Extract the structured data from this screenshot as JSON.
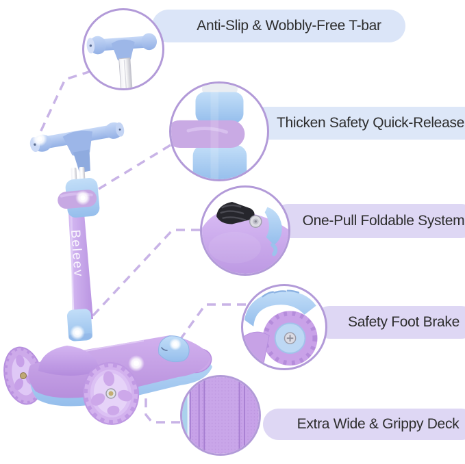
{
  "image": {
    "type": "product-feature-callouts",
    "subject": "3-wheel kids kick scooter",
    "background": "#ffffff"
  },
  "brand": {
    "logo_text": "Beleev"
  },
  "callouts": [
    {
      "id": "tbar",
      "label": "Anti-Slip & Wobbly-Free T-bar",
      "pill_color": "#dbe5f8"
    },
    {
      "id": "quick-release",
      "label": "Thicken Safety Quick-Release",
      "pill_color": "#dde7f8"
    },
    {
      "id": "foldable",
      "label": "One-Pull Foldable System",
      "pill_color": "#ded7f4"
    },
    {
      "id": "foot-brake",
      "label": "Safety Foot Brake",
      "pill_color": "#ded7f4"
    },
    {
      "id": "deck",
      "label": "Extra Wide & Grippy Deck",
      "pill_color": "#ded7f4"
    }
  ],
  "colors": {
    "label_text": "#2d2d2d",
    "circle_border": "#b29ad8",
    "connector_line": "#c8b3e6",
    "scooter_purple": "#c2a0e6",
    "scooter_blue": "#a9c9ee"
  }
}
